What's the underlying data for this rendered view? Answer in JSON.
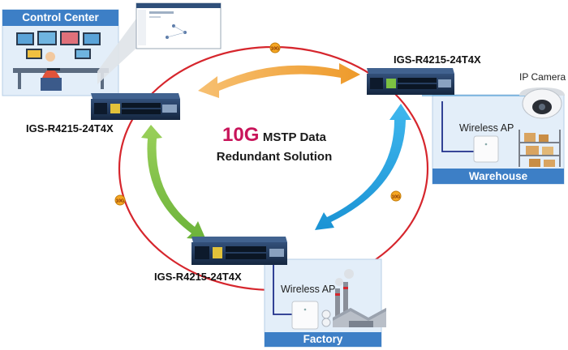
{
  "zones": {
    "control_center": "Control Center",
    "warehouse": "Warehouse",
    "factory": "Factory"
  },
  "switches": {
    "left": "IGS-R4215-24T4X",
    "top_right": "IGS-R4215-24T4X",
    "bottom": "IGS-R4215-24T4X"
  },
  "title": {
    "big": "10G",
    "line1": "MSTP Data",
    "line2": "Redundant Solution"
  },
  "devices": {
    "ip_camera": "IP Camera",
    "wireless_ap_warehouse": "Wireless AP",
    "wireless_ap_factory": "Wireless AP"
  },
  "ring_badge": "10G",
  "colors": {
    "ring": "#d6262d",
    "arrow_orange": "#f0a73e",
    "arrow_green": "#7cc142",
    "arrow_blue": "#27a6e2",
    "zone_bg": "#e3eef9",
    "zone_header": "#3d7fc6",
    "title_accent": "#c8145a",
    "switch_body": "#1f3556"
  }
}
